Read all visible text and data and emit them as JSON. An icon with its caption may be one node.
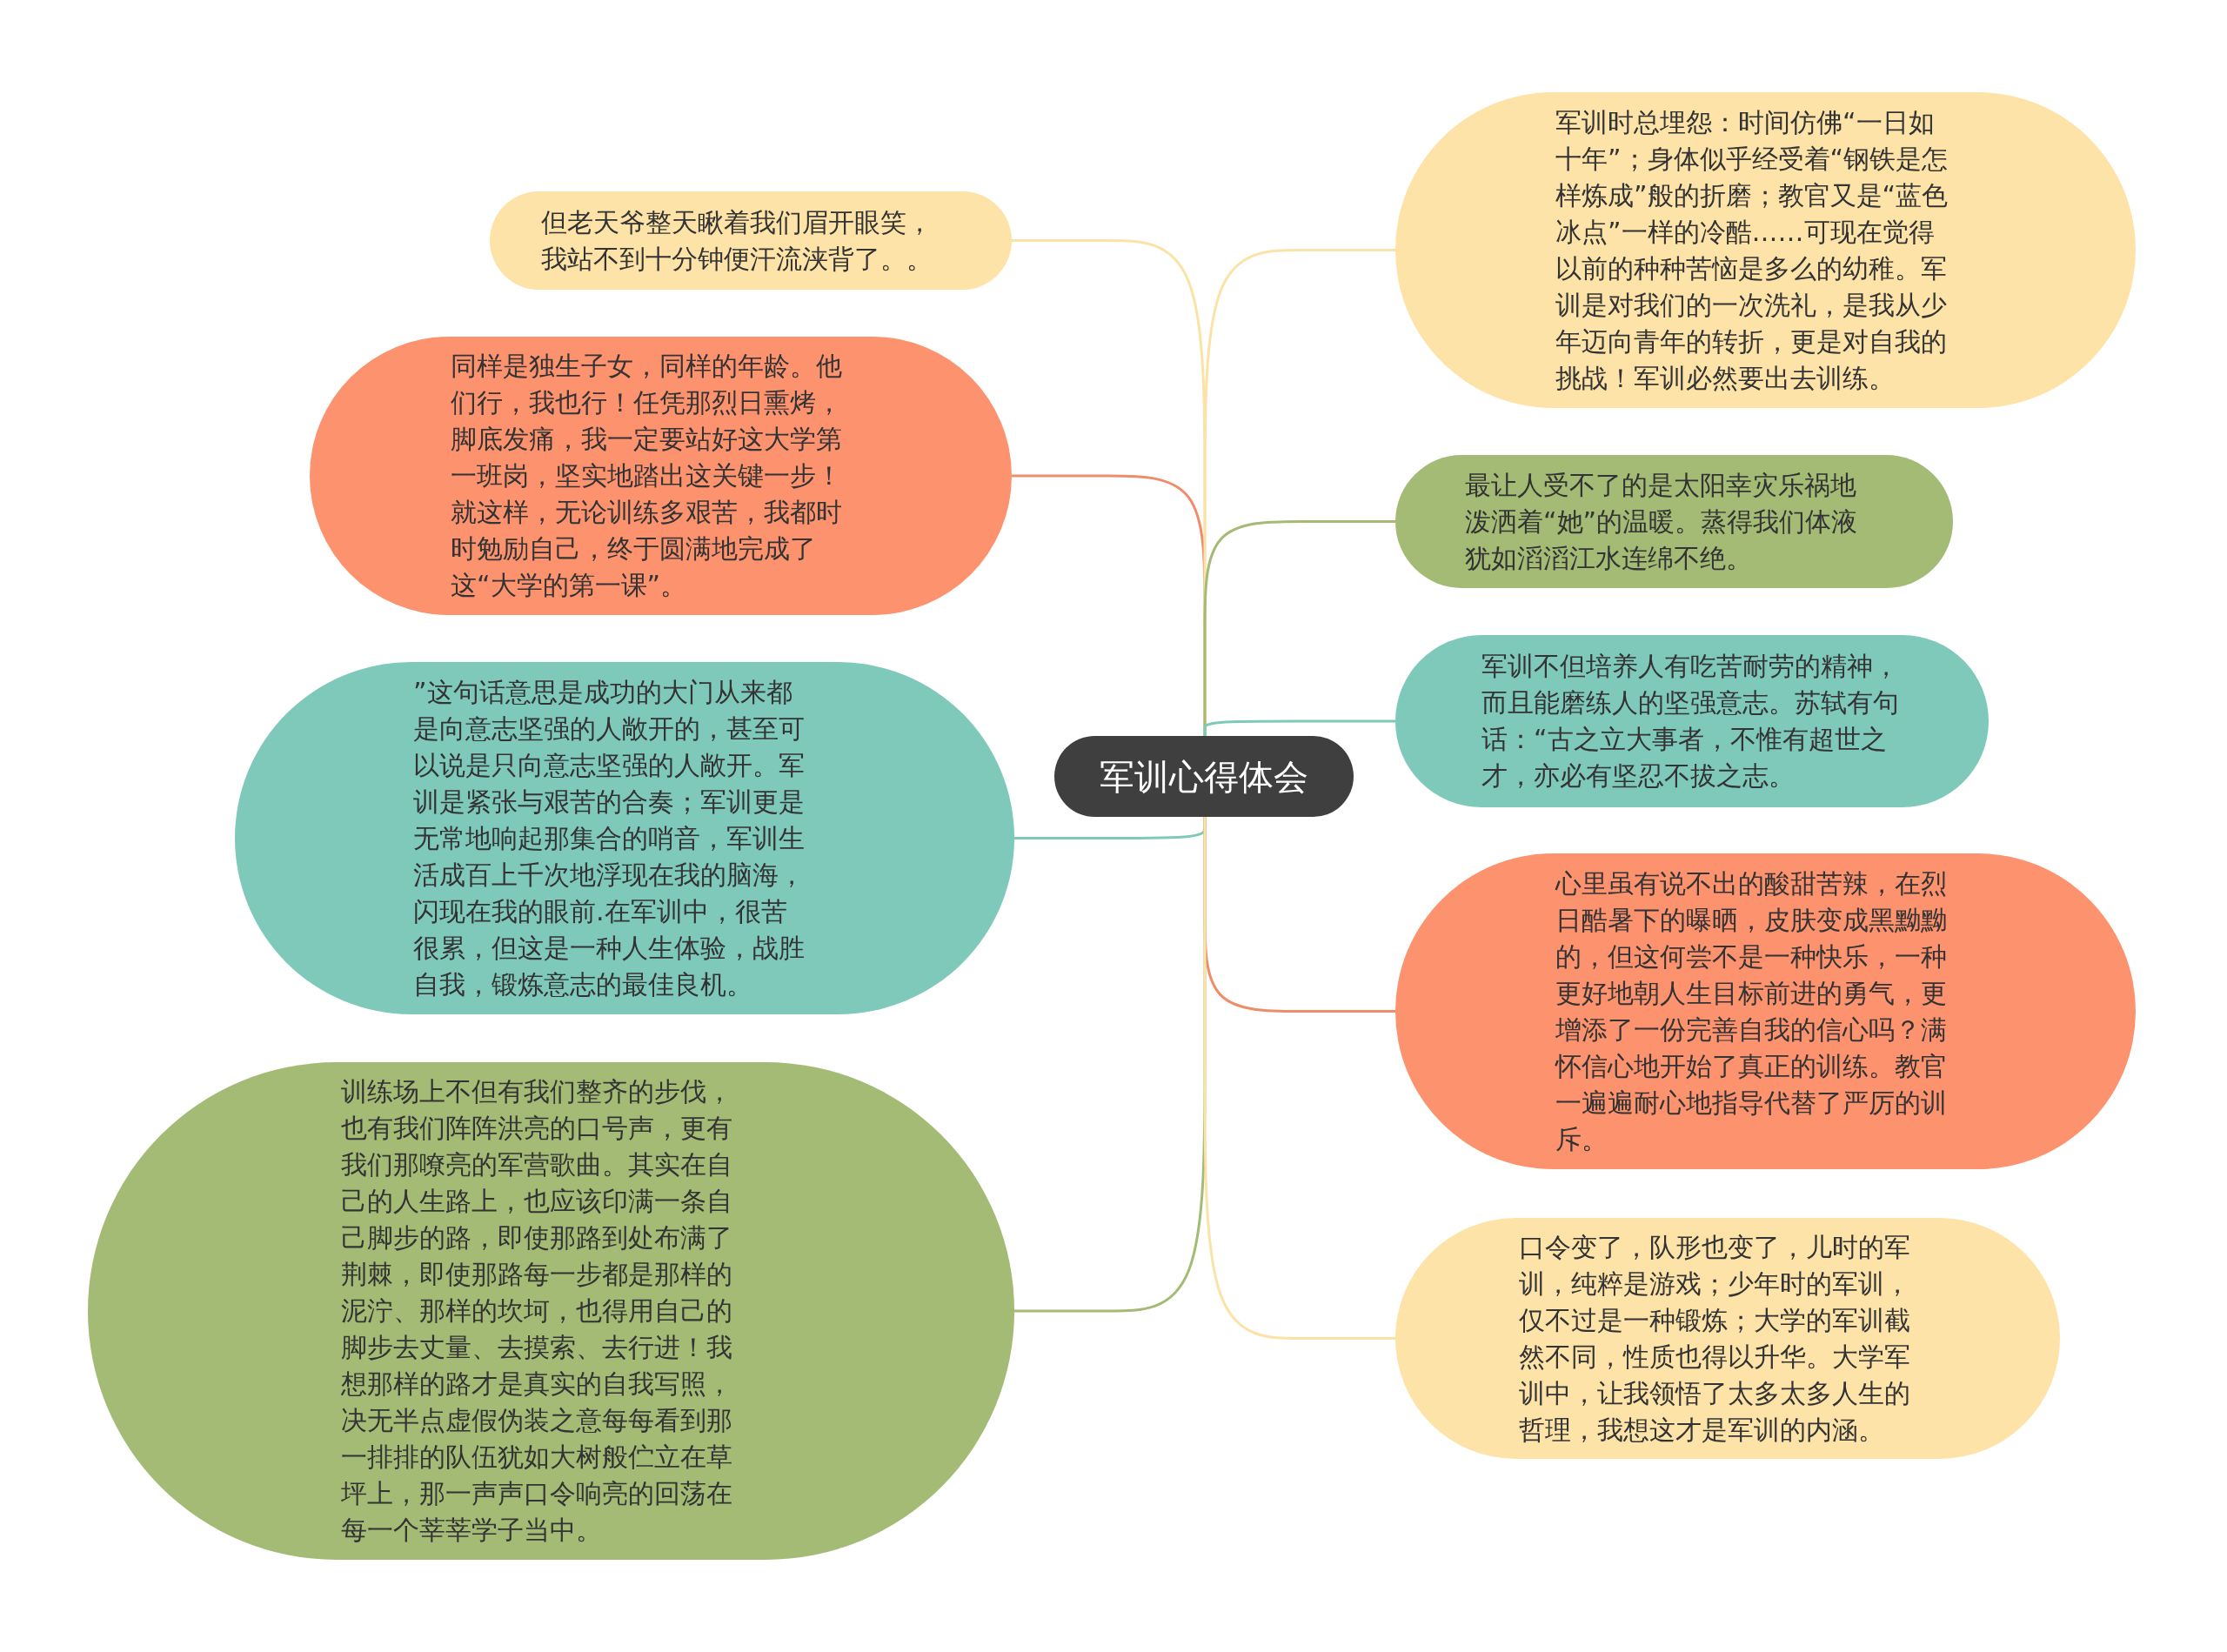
{
  "diagram": {
    "nodes": [
      {
        "text": [
          "军训心得体会"
        ]
      },
      {
        "text": [
          "但老天爷整天瞅着我们眉开眼笑，我站不到十分钟便汗流浃背了。。"
        ]
      },
      {
        "text": [
          "同样是独生子女，同样的年龄。他们行，我也行！任凭那烈日熏烤，脚底发痛，我一定要站好这大学第一班岗，坚实地踏出这关键一步！就这样，无论训练多艰苦，我都时时勉励自己，终于圆满地完成了这“大学的第一课”。"
        ]
      },
      {
        "text": [
          "”这句话意思是成功的大门从来都是向意志坚强的人敞开的，甚至可以说是只向意志坚强的人敞开。军训是紧张与艰苦的合奏；军训更是无常地响起那集合的哨音，军训生活成百上千次地浮现在我的脑海，闪现在我的眼前.在军训中，很苦很累，但这是一种人生体验，战胜自我，锻炼意志的最佳良机。"
        ]
      },
      {
        "text": [
          "训练场上不但有我们整齐的步伐，也有我们阵阵洪亮的口号声，更有我们那嘹亮的军营歌曲。其实在自己的人生路上，也应该印满一条自己脚步的路，即使那路到处布满了荆棘，即使那路每一步都是那样的泥泞、那样的坎坷，也得用自己的脚步去丈量、去摸索、去行进！我想那样的路才是真实的自我写照，决无半点虚假伪装之意每每看到那一排排的队伍犹如大树般伫立在草坪上，那一声声口令响亮的回荡在每一个莘莘学子当中。"
        ]
      },
      {
        "text": [
          "军训时总埋怨：时间仿佛“一日如十年”；身体似乎经受着“钢铁是怎样炼成”般的折磨；教官又是“蓝色冰点”一样的冷酷……可现在觉得以前的种种苦恼是多么的幼稚。军训是对我们的一次洗礼，是我从少年迈向青年的转折，更是对自我的挑战！军训必然要出去训练。"
        ]
      },
      {
        "text": [
          "最让人受不了的是太阳幸灾乐祸地泼洒着“她”的温暖。蒸得我们体液犹如滔滔江水连绵不绝。"
        ]
      },
      {
        "text": [
          "军训不但培养人有吃苦耐劳的精神，而且能磨练人的坚强意志。苏轼有句话：“古之立大事者，不惟有超世之才，亦必有坚忍不拔之志。"
        ]
      },
      {
        "text": [
          "心里虽有说不出的酸甜苦辣，在烈日酷暑下的曝晒，皮肤变成黑黝黝的，但这何尝不是一种快乐，一种更好地朝人生目标前进的勇气，更增添了一份完善自我的信心吗？满怀信心地开始了真正的训练。教官一遍遍耐心地指导代替了严厉的训斥。"
        ]
      },
      {
        "text": [
          "口令变了，队形也变了，儿时的军训，纯粹是游戏；少年时的军训，仅不过是一种锻炼；大学的军训截然不同，性质也得以升华。大学军训中，让我领悟了太多太多人生的哲理，我想这才是军训的内涵。"
        ]
      }
    ],
    "edges": [
      {
        "from": 0,
        "to": 1,
        "arrow": "none",
        "color": "#fbe3a8"
      },
      {
        "from": 0,
        "to": 2,
        "arrow": "none",
        "color": "#ef8c6a"
      },
      {
        "from": 0,
        "to": 3,
        "arrow": "none",
        "color": "#7fc9bb"
      },
      {
        "from": 0,
        "to": 4,
        "arrow": "none",
        "color": "#a3bb75"
      },
      {
        "from": 0,
        "to": 5,
        "arrow": "none",
        "color": "#fbe3a8"
      },
      {
        "from": 0,
        "to": 6,
        "arrow": "none",
        "color": "#a3bb75"
      },
      {
        "from": 0,
        "to": 7,
        "arrow": "none",
        "color": "#7fc9bb"
      },
      {
        "from": 0,
        "to": 8,
        "arrow": "none",
        "color": "#ef8c6a"
      },
      {
        "from": 0,
        "to": 9,
        "arrow": "none",
        "color": "#fbe3a8"
      }
    ]
  }
}
